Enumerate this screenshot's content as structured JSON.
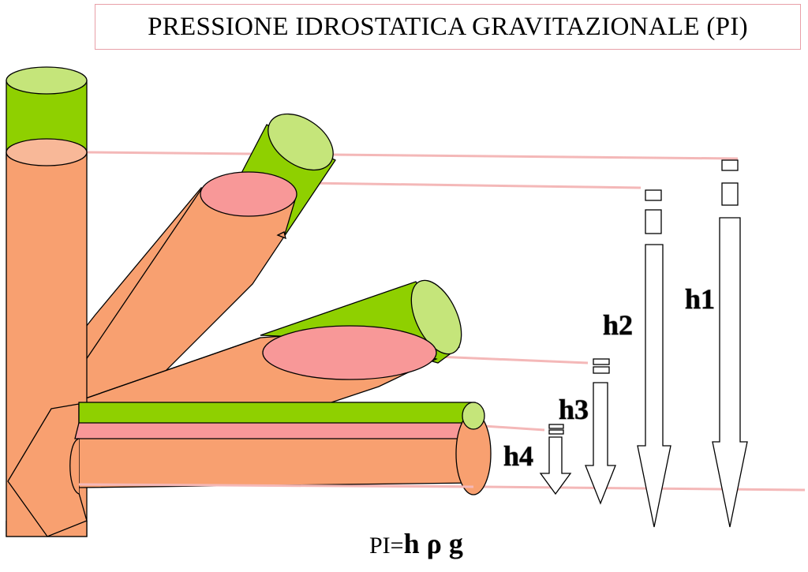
{
  "title": "PRESSIONE IDROSTATICA GRAVITAZIONALE (PI)",
  "formula": {
    "lhs": "PI=",
    "rhs": "h ρ g"
  },
  "heights": [
    {
      "label": "h1"
    },
    {
      "label": "h2"
    },
    {
      "label": "h3"
    },
    {
      "label": "h4"
    }
  ],
  "colors": {
    "tube_green": "#8fd000",
    "tube_green_end": "#c5e57a",
    "fluid_orange": "#f8a070",
    "fluid_surface": "#f89898",
    "top_surface": "#f8b898",
    "level_line": "#f4b8b8",
    "title_border": "#e8a0a8"
  }
}
